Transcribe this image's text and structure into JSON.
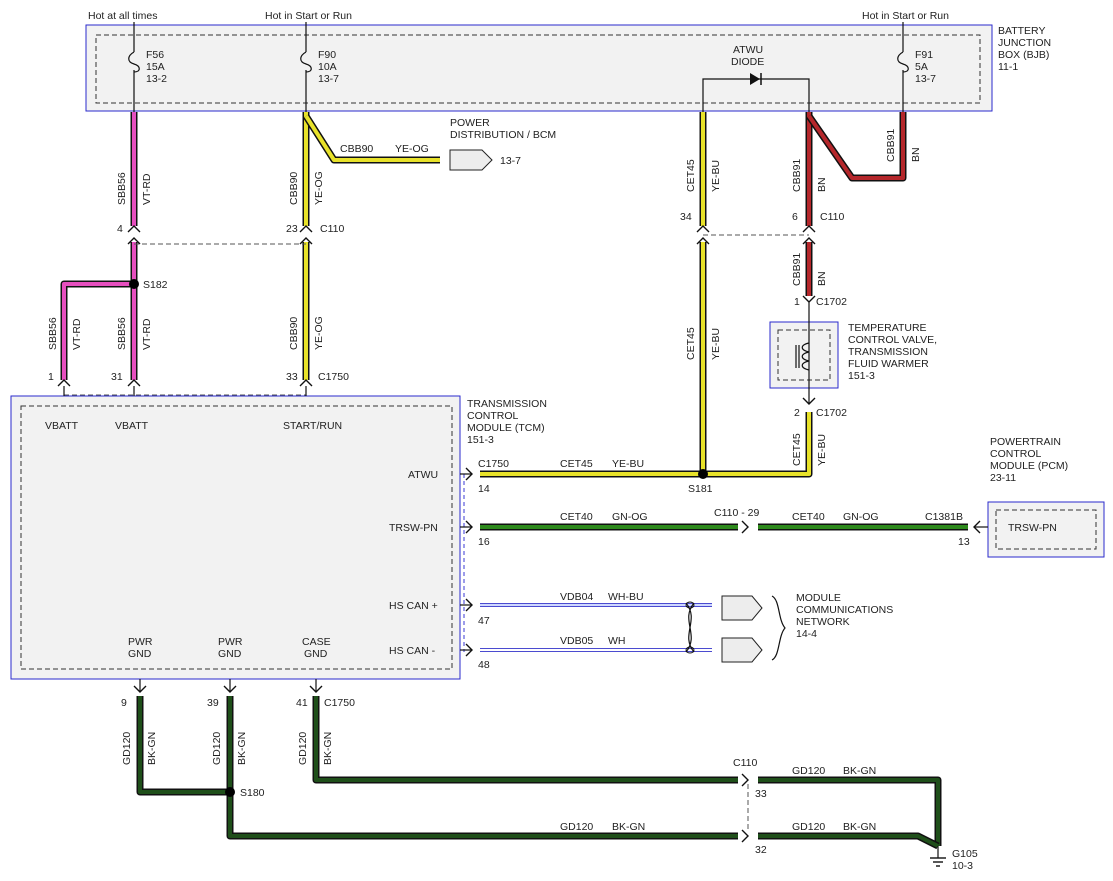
{
  "colors": {
    "vt_rd": "#e64fbf",
    "ye_og": "#e8e22a",
    "ye_bu": "#e8e22a",
    "bn": "#b5272b",
    "gn_og": "#2e8a1c",
    "bk_gn": "#1f4f1a",
    "wh_bu": "#cfd8ff",
    "wh": "#ffffff",
    "module_border": "#2a2acc",
    "module_fill": "#f2f2f2"
  },
  "top_labels": {
    "hot_always": "Hot at all times",
    "hot_start_run_left": "Hot in Start or Run",
    "hot_start_run_right": "Hot in Start or Run"
  },
  "bjb": {
    "name_1": "BATTERY",
    "name_2": "JUNCTION",
    "name_3": "BOX (BJB)",
    "ref": "11-1",
    "fuses": [
      {
        "id": "F56",
        "rating": "15A",
        "ref": "13-2"
      },
      {
        "id": "F90",
        "rating": "10A",
        "ref": "13-7"
      },
      {
        "id": "F91",
        "rating": "5A",
        "ref": "13-7"
      }
    ],
    "diode_1": "ATWU",
    "diode_2": "DIODE"
  },
  "power_dist": {
    "line_1": "POWER",
    "line_2": "DISTRIBUTION / BCM",
    "ref": "13-7",
    "circuit": "CBB90",
    "color": "YE-OG"
  },
  "circuits": {
    "sbb56": "SBB56",
    "vt_rd": "VT-RD",
    "cbb90": "CBB90",
    "ye_og": "YE-OG",
    "cet45": "CET45",
    "ye_bu": "YE-BU",
    "cbb91": "CBB91",
    "bn": "BN",
    "cet40": "CET40",
    "gn_og": "GN-OG",
    "vdb04": "VDB04",
    "wh_bu": "WH-BU",
    "vdb05": "VDB05",
    "wh": "WH",
    "gd120": "GD120",
    "bk_gn": "BK-GN"
  },
  "connectors": {
    "c110": "C110",
    "c1750": "C1750",
    "c1702": "C1702",
    "c110_29": "C110 - 29",
    "c1381b": "C1381B",
    "s182": "S182",
    "s181": "S181",
    "s180": "S180"
  },
  "pins": {
    "p4": "4",
    "p23": "23",
    "p34": "34",
    "p6": "6",
    "p1": "1",
    "p31": "31",
    "p33": "33",
    "p1_valve": "1",
    "p2_valve": "2",
    "p14": "14",
    "p16": "16",
    "p13": "13",
    "p47": "47",
    "p48": "48",
    "p9": "9",
    "p39": "39",
    "p41": "41",
    "p33_gnd": "33",
    "p32_gnd": "32"
  },
  "tcm": {
    "name_1": "TRANSMISSION",
    "name_2": "CONTROL",
    "name_3": "MODULE (TCM)",
    "ref": "151-3",
    "pins_top": [
      "VBATT",
      "VBATT",
      "START/RUN"
    ],
    "atwu": "ATWU",
    "trsw": "TRSW-PN",
    "hs_can_plus": "HS CAN +",
    "hs_can_minus": "HS CAN -",
    "pwr_gnd": "PWR",
    "gnd": "GND",
    "case": "CASE"
  },
  "valve": {
    "line_1": "TEMPERATURE",
    "line_2": "CONTROL VALVE,",
    "line_3": "TRANSMISSION",
    "line_4": "FLUID WARMER",
    "ref": "151-3"
  },
  "pcm": {
    "name_1": "POWERTRAIN",
    "name_2": "CONTROL",
    "name_3": "MODULE (PCM)",
    "ref": "23-11",
    "pin": "TRSW-PN"
  },
  "network": {
    "line_1": "MODULE",
    "line_2": "COMMUNICATIONS",
    "line_3": "NETWORK",
    "ref": "14-4"
  },
  "ground": {
    "id": "G105",
    "ref": "10-3"
  }
}
